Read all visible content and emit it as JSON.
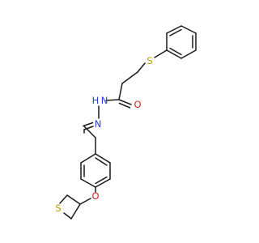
{
  "molecule": {
    "colors": {
      "bond": "#1a1a1a",
      "sulfur": "#b8a200",
      "oxygen": "#e0201b",
      "nitrogen": "#2a3fd6"
    },
    "atom_labels": {
      "sulfur_thioether": "S",
      "oxygen_carbonyl": "O",
      "nitrogen_amide": "N",
      "hydrogen_amide": "H",
      "nitrogen_imine": "N",
      "oxygen_ether": "O",
      "sulfur_thietane": "S"
    }
  }
}
